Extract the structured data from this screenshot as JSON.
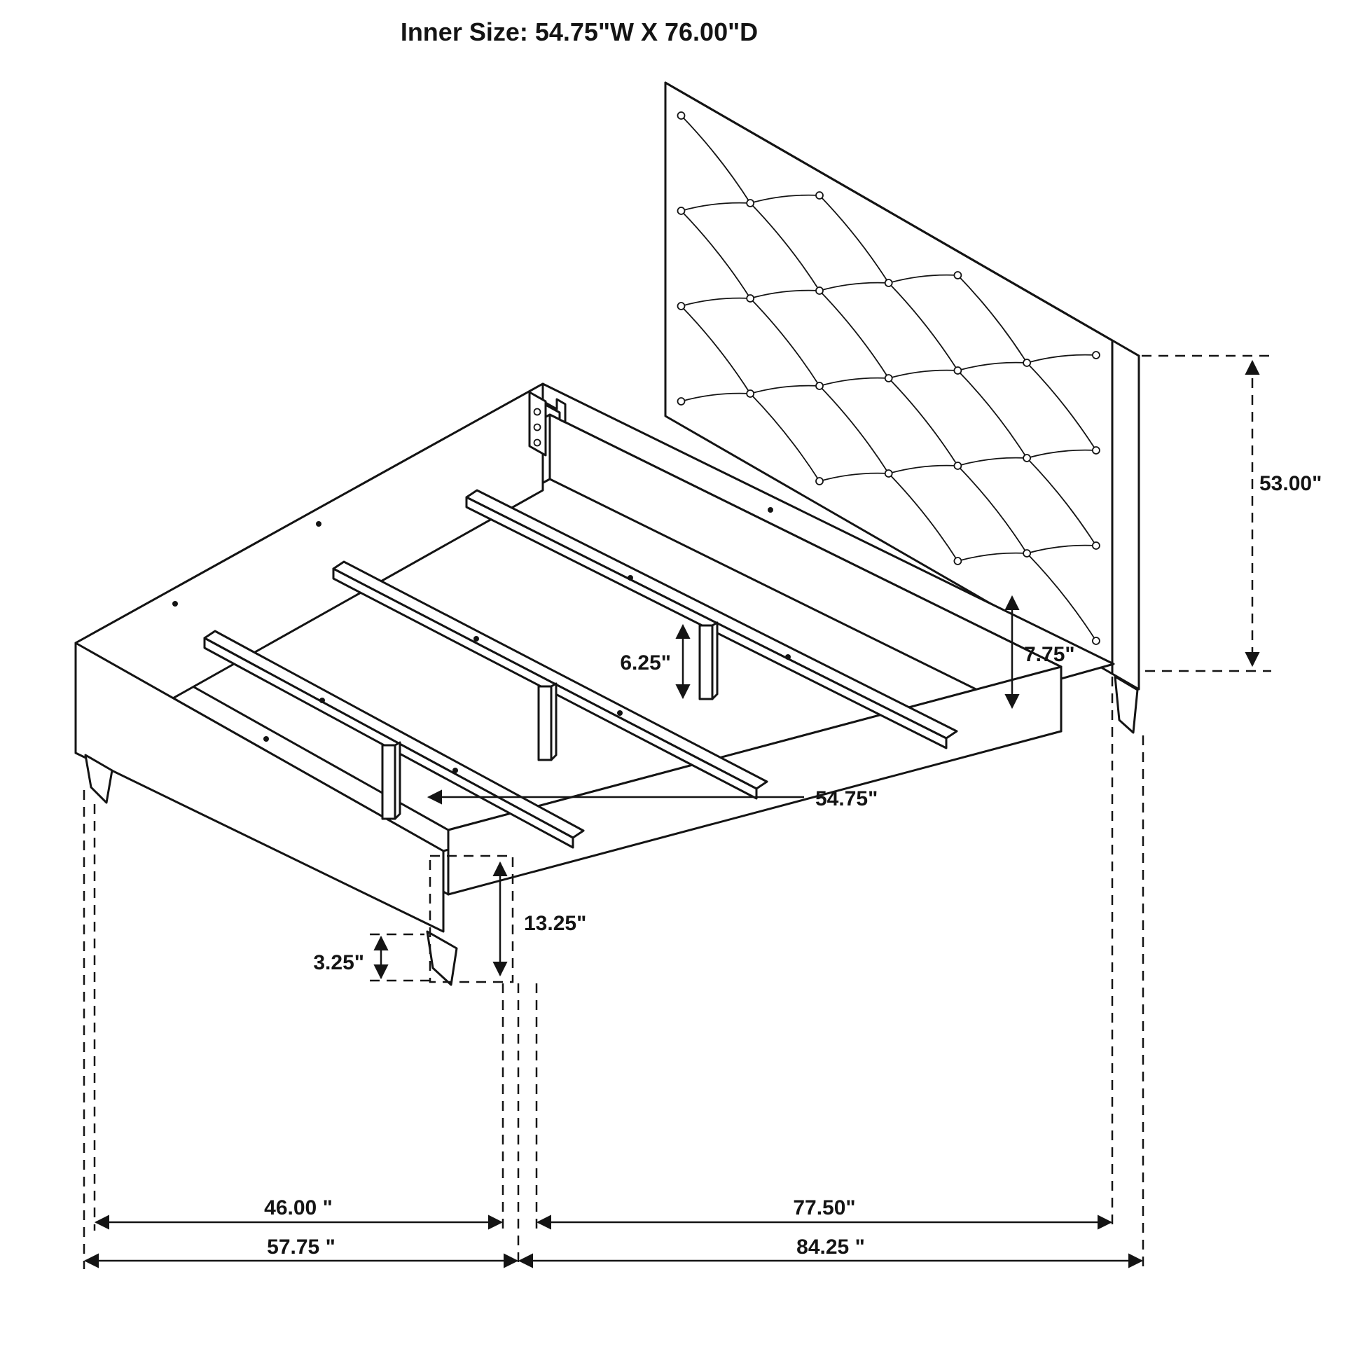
{
  "title": "Inner Size: 54.75\"W X 76.00\"D",
  "dims": {
    "headboard_height": "53.00\"",
    "rail_height": "7.75\"",
    "support_leg_height": "6.25\"",
    "inner_width": "54.75\"",
    "footboard_height": "13.25\"",
    "foot_leg_height": "3.25\"",
    "floor_width": "46.00 \"",
    "floor_depth": "77.50\"",
    "overall_width": "57.75 \"",
    "overall_depth": "84.25 \""
  }
}
